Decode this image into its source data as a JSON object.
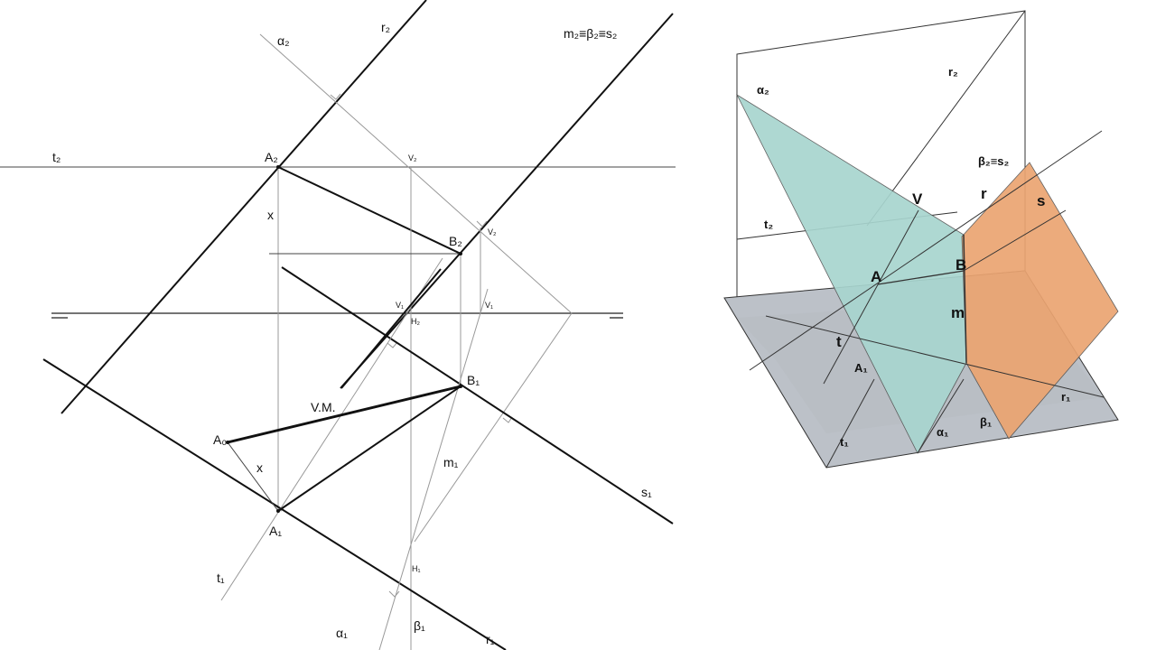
{
  "projection_labels": {
    "title_equiv": "m₂≡β₂≡s₂",
    "alpha2": "α₂",
    "r2": "r₂",
    "t2": "t₂",
    "A2": "A₂",
    "V2_top": "V₂",
    "V2_right": "V₂",
    "B2": "B₂",
    "x_top": "x",
    "V1_left": "V₁",
    "H2": "H₂",
    "V1_right": "V₁",
    "B1": "B₁",
    "VM": "V.M.",
    "A0": "A₀",
    "x_bottom": "x",
    "m1": "m₁",
    "s1": "s₁",
    "A1": "A₁",
    "t1": "t₁",
    "H1": "H₁",
    "alpha1": "α₁",
    "beta1": "β₁",
    "r1": "r₁"
  },
  "perspective_labels": {
    "alpha2": "α₂",
    "r2": "r₂",
    "beta2_s2": "β₂≡s₂",
    "V": "V",
    "r": "r",
    "s": "s",
    "t2": "t₂",
    "A": "A",
    "B": "B",
    "m": "m",
    "t": "t",
    "A1": "A₁",
    "r1": "r₁",
    "t1": "t₁",
    "alpha1": "α₁",
    "beta1": "β₁"
  },
  "colors": {
    "plane_alpha": "#a8d5cf",
    "plane_beta": "#eba471",
    "horizontal_plane": "#bcc1c8",
    "vertical_plane": "#ffffff"
  }
}
